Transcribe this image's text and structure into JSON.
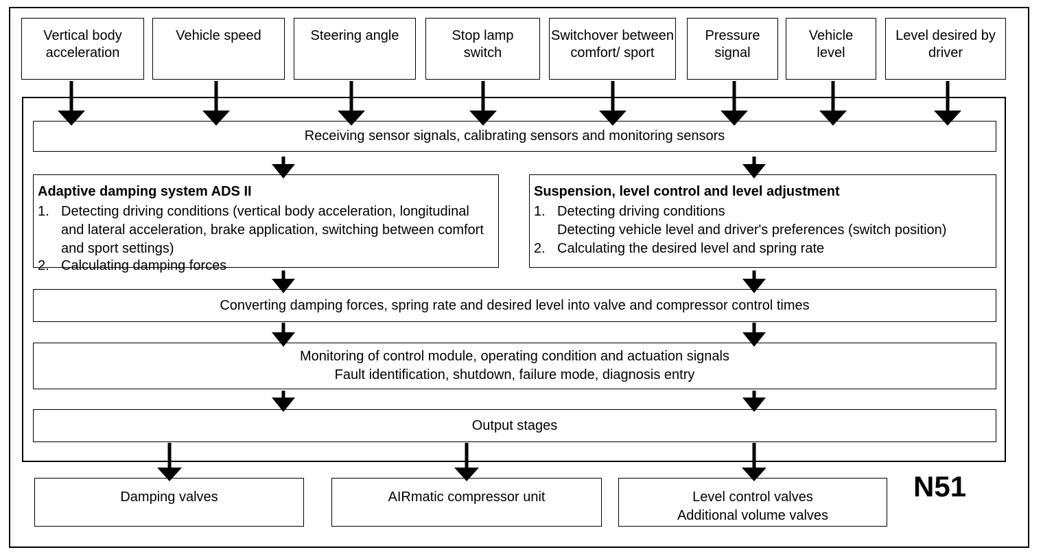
{
  "inputs": [
    "Vertical body acceleration",
    "Vehicle speed",
    "Steering angle",
    "Stop lamp switch",
    "Switchover between comfort/ sport",
    "Pressure signal",
    "Vehicle level",
    "Level desired by driver"
  ],
  "receiving": "Receiving sensor signals, calibrating sensors and monitoring sensors",
  "ads": {
    "title": "Adaptive damping system ADS II",
    "item1_num": "1.",
    "item1": "Detecting driving conditions (vertical body acceleration, longitudinal and lateral acceleration, brake application, switching between comfort and sport settings)",
    "item2_num": "2.",
    "item2": "Calculating damping forces"
  },
  "suspension": {
    "title": "Suspension, level control and level adjustment",
    "item1_num": "1.",
    "item1": "Detecting driving conditions",
    "item1b": "Detecting vehicle level and driver's preferences (switch position)",
    "item2_num": "2.",
    "item2": "Calculating the desired level and spring rate"
  },
  "converting": "Converting damping forces, spring rate and desired level into valve and compressor control times",
  "monitoring": {
    "line1": "Monitoring of control module, operating condition and actuation signals",
    "line2": "Fault identification, shutdown, failure mode, diagnosis entry"
  },
  "output_stages": "Output stages",
  "outputs": {
    "damping": "Damping valves",
    "compressor": "AIRmatic compressor unit",
    "level_line1": "Level control valves",
    "level_line2": "Additional volume valves"
  },
  "module_label": "N51"
}
